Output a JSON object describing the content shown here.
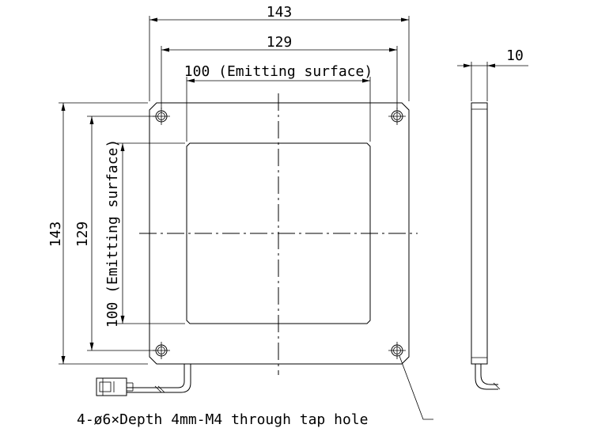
{
  "front_view": {
    "dim_overall_width": "143",
    "dim_hole_pitch_x": "129",
    "dim_emitting_width": "100 (Emitting surface)",
    "dim_overall_height": "143",
    "dim_hole_pitch_y": "129",
    "dim_emitting_height": "100 (Emitting surface)"
  },
  "side_view": {
    "dim_thickness": "10"
  },
  "note": {
    "hole_spec": "4-ø6×Depth 4mm-M4 through tap hole"
  }
}
